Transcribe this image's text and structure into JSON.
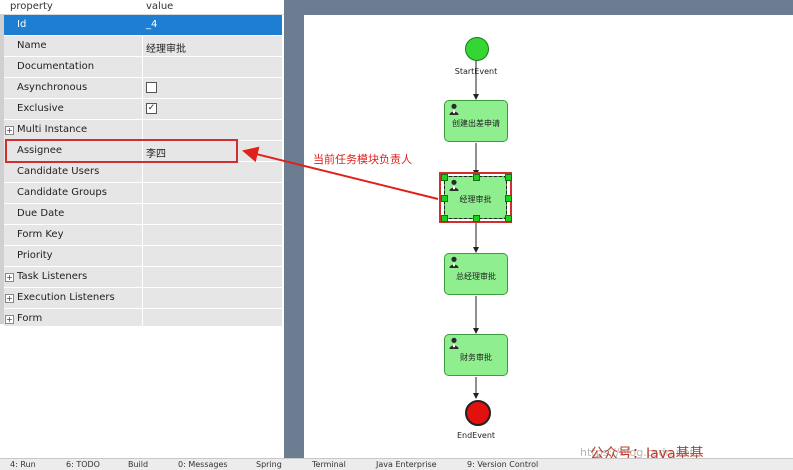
{
  "properties_panel": {
    "header": {
      "property": "property",
      "value": "value"
    },
    "rows": [
      {
        "name": "Id",
        "value": "_4",
        "selected": true
      },
      {
        "name": "Name",
        "value": "经理审批"
      },
      {
        "name": "Documentation",
        "value": ""
      },
      {
        "name": "Asynchronous",
        "checkbox": false
      },
      {
        "name": "Exclusive",
        "checkbox": true
      },
      {
        "name": "Multi Instance",
        "expandable": true
      },
      {
        "name": "Assignee",
        "value": "李四",
        "highlighted": true
      },
      {
        "name": "Candidate Users",
        "value": ""
      },
      {
        "name": "Candidate Groups",
        "value": ""
      },
      {
        "name": "Due Date",
        "value": ""
      },
      {
        "name": "Form Key",
        "value": ""
      },
      {
        "name": "Priority",
        "value": ""
      },
      {
        "name": "Task Listeners",
        "expandable": true
      },
      {
        "name": "Execution Listeners",
        "expandable": true
      },
      {
        "name": "Form",
        "expandable": true
      }
    ],
    "expander_symbol": "+",
    "check_mark": "✓"
  },
  "diagram": {
    "start_event": {
      "label": "StartEvent",
      "color": "#33d633"
    },
    "tasks": [
      {
        "label": "创建出差申请"
      },
      {
        "label": "经理审批",
        "selected": true
      },
      {
        "label": "总经理审批"
      },
      {
        "label": "财务审批"
      }
    ],
    "end_event": {
      "label": "EndEvent",
      "color": "#e31010"
    }
  },
  "annotation": {
    "text": "当前任务模块负责人",
    "color": "#e0201a"
  },
  "watermark": {
    "url": "https://blog.csdn.net",
    "text": "公众号：Java基基"
  },
  "bottom_toolbar": [
    {
      "label": "4: Run"
    },
    {
      "label": "6: TODO"
    },
    {
      "label": "Build"
    },
    {
      "label": "0: Messages"
    },
    {
      "label": "Spring"
    },
    {
      "label": "Terminal"
    },
    {
      "label": "Java Enterprise"
    },
    {
      "label": "9: Version Control"
    }
  ],
  "colors": {
    "selected_row": "#1e7fd2",
    "row_bg": "#e6e6e6",
    "task_fill": "#8fef8f",
    "canvas_frame": "#6c7c91",
    "highlight": "#d0302b"
  }
}
